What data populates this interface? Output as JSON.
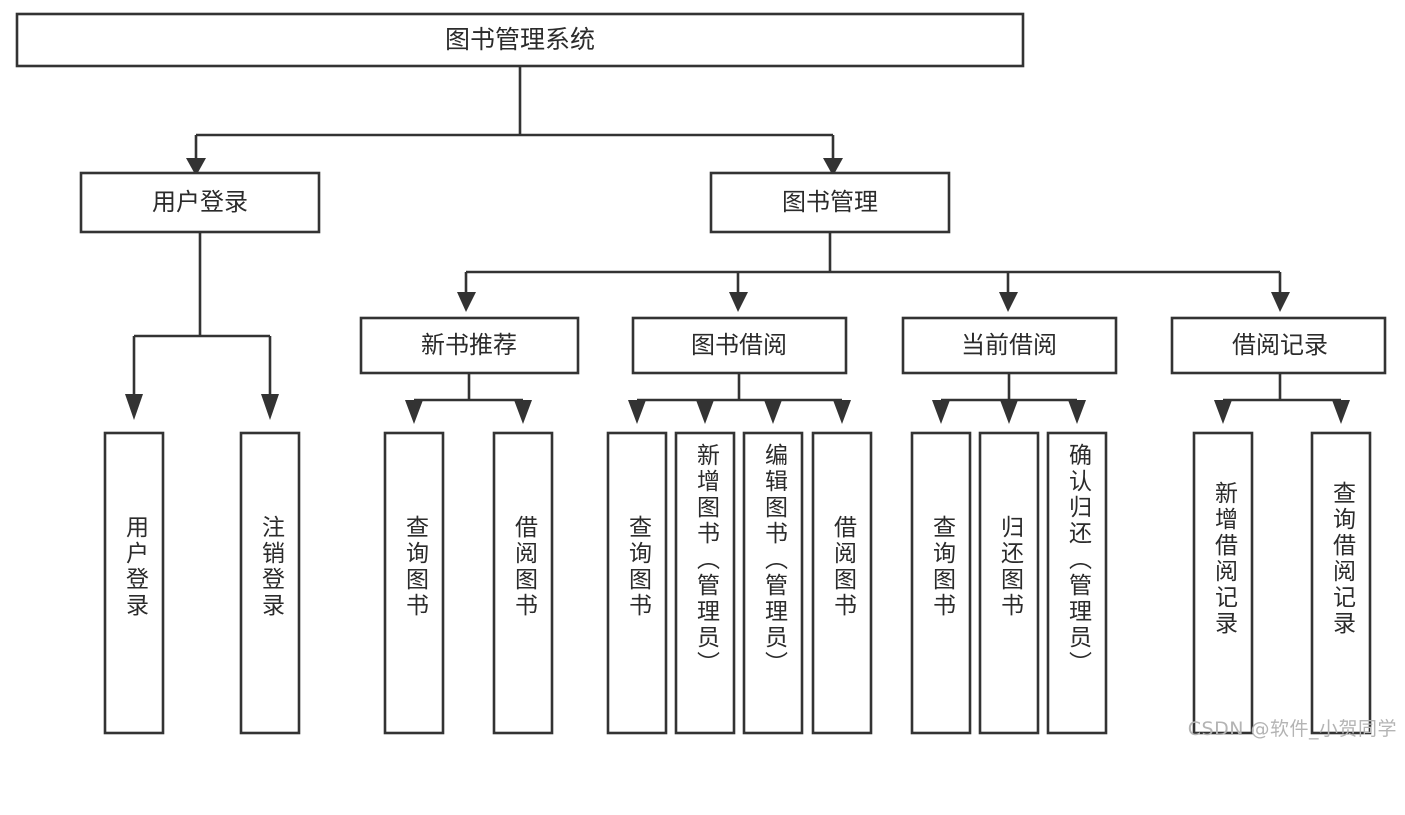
{
  "diagram": {
    "type": "tree-hierarchy-flowchart",
    "title": "图书管理系统",
    "orientation": "top-down",
    "colors": {
      "box_fill": "#ffffff",
      "box_stroke": "#333333",
      "text": "#2b2b2b",
      "background": "#ffffff",
      "watermark": "#b4b4b4"
    },
    "root": {
      "label": "图书管理系统"
    },
    "level2": [
      {
        "id": "user-login",
        "label": "用户登录"
      },
      {
        "id": "book-management",
        "label": "图书管理"
      }
    ],
    "level3": [
      {
        "id": "new-book-recommend",
        "label": "新书推荐",
        "parent": "book-management"
      },
      {
        "id": "book-borrow",
        "label": "图书借阅",
        "parent": "book-management"
      },
      {
        "id": "current-borrow",
        "label": "当前借阅",
        "parent": "book-management"
      },
      {
        "id": "borrow-record",
        "label": "借阅记录",
        "parent": "book-management"
      }
    ],
    "leaves": {
      "user-login": [
        {
          "id": "leaf-user-login",
          "label": "用户登录"
        },
        {
          "id": "leaf-logout",
          "label": "注销登录"
        }
      ],
      "new-book-recommend": [
        {
          "id": "leaf-query-book-1",
          "label": "查询图书"
        },
        {
          "id": "leaf-borrow-book-1",
          "label": "借阅图书"
        }
      ],
      "book-borrow": [
        {
          "id": "leaf-query-book-2",
          "label": "查询图书"
        },
        {
          "id": "leaf-add-book",
          "label": "新增图书（管理员）"
        },
        {
          "id": "leaf-edit-book",
          "label": "编辑图书（管理员）"
        },
        {
          "id": "leaf-borrow-book-2",
          "label": "借阅图书"
        }
      ],
      "current-borrow": [
        {
          "id": "leaf-query-book-3",
          "label": "查询图书"
        },
        {
          "id": "leaf-return-book",
          "label": "归还图书"
        },
        {
          "id": "leaf-confirm-return",
          "label": "确认归还（管理员）"
        }
      ],
      "borrow-record": [
        {
          "id": "leaf-add-record",
          "label": "新增借阅记录"
        },
        {
          "id": "leaf-query-record",
          "label": "查询借阅记录"
        }
      ]
    }
  },
  "watermark": {
    "text": "CSDN @软件_小贺同学"
  }
}
